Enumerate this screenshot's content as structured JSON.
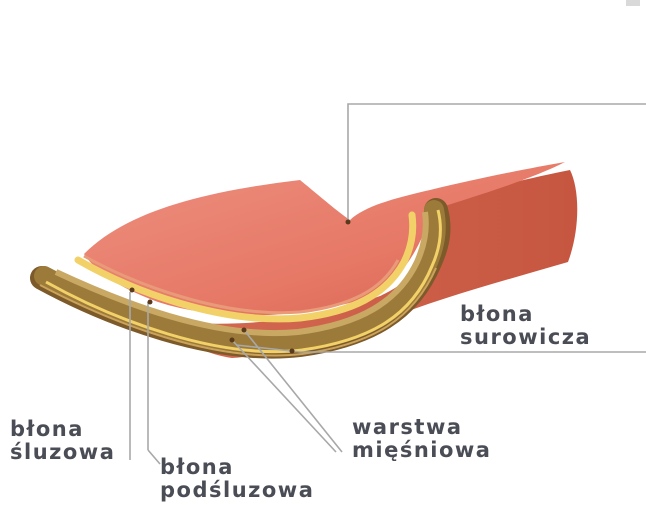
{
  "diagram": {
    "labels": {
      "serosa": {
        "line1": "błona",
        "line2": "surowicza"
      },
      "mucosa": {
        "line1": "błona",
        "line2": "śluzowa"
      },
      "submucosa": {
        "line1": "błona",
        "line2": "podśluzowa"
      },
      "muscle": {
        "line1": "warstwa",
        "line2": "mięśniowa"
      }
    },
    "colors": {
      "inner_surface": "#e67866",
      "outer_surface": "#cf5f48",
      "yellow_band": "#f2d168",
      "brown_band": "#9c7a3a",
      "leader_line": "#a8a8a8",
      "label_text": "#4a4d55"
    }
  }
}
